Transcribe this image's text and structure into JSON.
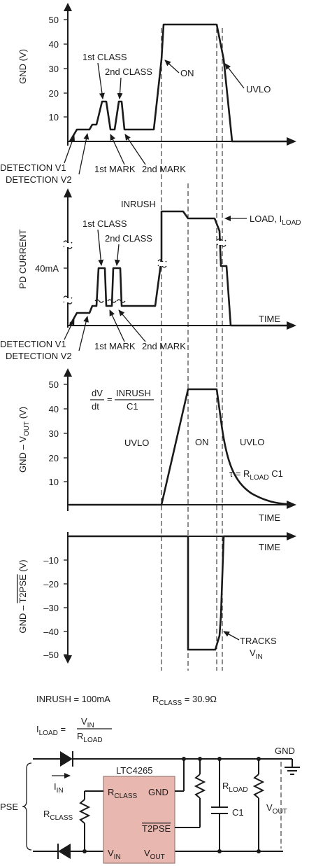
{
  "panel1": {
    "ylabel": "GND (V)",
    "ticks": [
      "50",
      "40",
      "30",
      "20",
      "10"
    ],
    "labels": {
      "class1": "1st CLASS",
      "class2": "2nd CLASS",
      "on": "ON",
      "uvlo": "UVLO",
      "det1": "DETECTION V1",
      "det2": "DETECTION V2",
      "mark1": "1st MARK",
      "mark2": "2nd MARK"
    }
  },
  "panel2": {
    "ylabel": "PD CURRENT",
    "tick_40": "40mA",
    "labels": {
      "inrush": "INRUSH",
      "load_a": "LOAD, I",
      "load_sub": "LOAD",
      "class1": "1st CLASS",
      "class2": "2nd CLASS",
      "time": "TIME",
      "det1": "DETECTION V1",
      "det2": "DETECTION V2",
      "mark1": "1st MARK",
      "mark2": "2nd MARK"
    }
  },
  "panel3": {
    "ylabel_a": "GND – V",
    "ylabel_sub": "OUT",
    "ylabel_b": " (V)",
    "ticks": [
      "50",
      "40",
      "30",
      "20",
      "10"
    ],
    "labels": {
      "dvdt_num": "dV",
      "dvdt_den": "dt",
      "eq": "=",
      "frac_num": "INRUSH",
      "frac_den": "C1",
      "uvlo_left": "UVLO",
      "on": "ON",
      "uvlo_right": "UVLO",
      "tau_a": "τ = R",
      "tau_sub": "LOAD",
      "tau_b": " C1",
      "time": "TIME"
    }
  },
  "panel4": {
    "ylabel_a": "GND – ",
    "ylabel_over": "T2PSE",
    "ylabel_b": " (V)",
    "ticks": [
      "–10",
      "–20",
      "–30",
      "–40",
      "–50"
    ],
    "labels": {
      "time": "TIME",
      "tracks": "TRACKS",
      "vin_a": "V",
      "vin_sub": "IN"
    }
  },
  "equations": {
    "inrush": "INRUSH = 100mA",
    "rclass_a": "R",
    "rclass_sub": "CLASS",
    "rclass_b": " = 30.9Ω",
    "iload_a": "I",
    "iload_sub": "LOAD",
    "iload_eq": " =",
    "num_a": "V",
    "num_sub": "IN",
    "den_a": "R",
    "den_sub": "LOAD"
  },
  "schematic": {
    "chip": "LTC4265",
    "gnd": "GND",
    "pse": "PSE",
    "iin_a": "I",
    "iin_sub": "IN",
    "rclass_a": "R",
    "rclass_sub": "CLASS",
    "pin_rclass_a": "R",
    "pin_rclass_sub": "CLASS",
    "pin_gnd": "GND",
    "pin_t2pse": "T2PSE",
    "pin_vin_a": "V",
    "pin_vin_sub": "IN",
    "pin_vout_a": "V",
    "pin_vout_sub": "OUT",
    "rload_a": "R",
    "rload_sub": "LOAD",
    "c1": "C1",
    "vout_a": "V",
    "vout_sub": "OUT"
  },
  "colors": {
    "ink": "#1a1a1a",
    "chip_fill": "#e8b7b0",
    "chip_border": "#9a7b76"
  }
}
